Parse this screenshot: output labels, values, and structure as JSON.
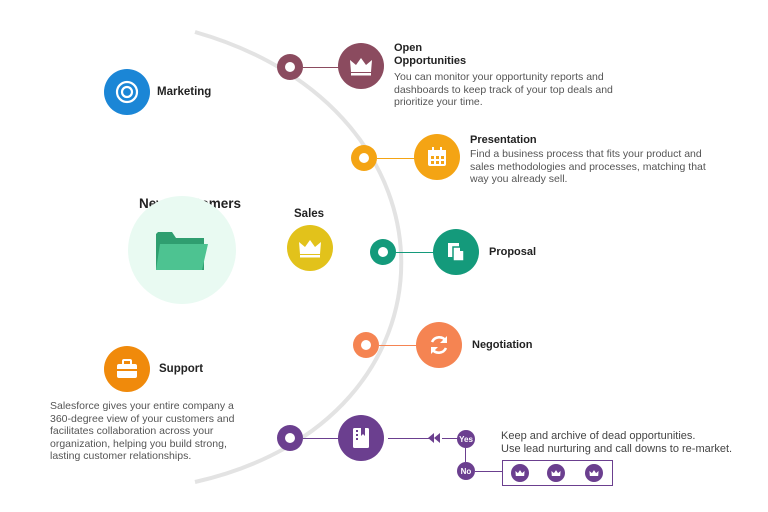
{
  "hub": {
    "title": "New Customers",
    "icon": "folder-icon",
    "color": "#4dc391",
    "halo": "#e9faf2"
  },
  "marketing": {
    "label": "Marketing",
    "icon": "target-icon",
    "color": "#1b86d6"
  },
  "sales": {
    "label": "Sales",
    "icon": "crown-icon",
    "color": "#e2c21b"
  },
  "support": {
    "label": "Support",
    "icon": "briefcase-icon",
    "color": "#f08a0b",
    "description": "Salesforce gives your entire company a 360-degree view of your customers and facilitates collaboration across your organization, helping you build strong, lasting customer relationships."
  },
  "stages": [
    {
      "title": "Open Opportunities",
      "description": "You can monitor your opportunity reports and dashboards to keep track of your top deals and prioritize your time.",
      "icon": "crown-icon",
      "color": "#8b4b5f"
    },
    {
      "title": "Presentation",
      "description": "Find a business process that fits your product and sales methodologies and processes, matching that way you already sell.",
      "icon": "calendar-icon",
      "color": "#f4a414"
    },
    {
      "title": "Proposal",
      "description": "",
      "icon": "copy-documents-icon",
      "color": "#149a7b"
    },
    {
      "title": "Negotiation",
      "description": "",
      "icon": "refresh-icon",
      "color": "#f58452"
    },
    {
      "title": "",
      "description": "",
      "icon": "archive-book-icon",
      "color": "#6b3f8f"
    }
  ],
  "decision": {
    "yes_label": "Yes",
    "no_label": "No",
    "yes_text": "Keep and archive of dead opportunities.",
    "no_text": "Use lead nurturing and call downs to re-market.",
    "color": "#6b3f8f",
    "crown_count": 3
  },
  "arc_color": "#e3e3e3"
}
